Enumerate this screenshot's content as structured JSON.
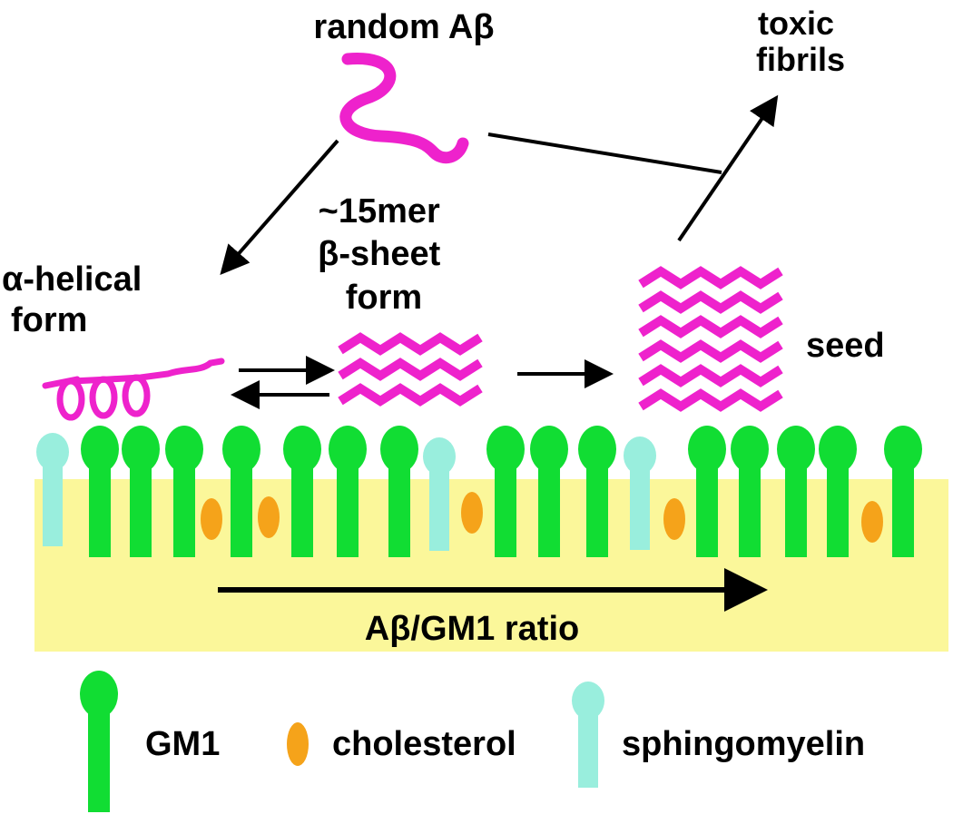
{
  "labels": {
    "random": "random Aβ",
    "toxic_line1": "toxic",
    "toxic_line2": "fibrils",
    "mer_line1": "~15mer",
    "mer_line2": "β-sheet",
    "mer_line3": "form",
    "alpha_line1": "α-helical",
    "alpha_line2": "form",
    "seed": "seed",
    "ratio": "Aβ/GM1 ratio"
  },
  "legend": {
    "gm1": "GM1",
    "cholesterol": "cholesterol",
    "sphingomyelin": "sphingomyelin"
  },
  "colors": {
    "peptide": "#ee22cc",
    "gm1": "#11dd33",
    "cholesterol": "#f5a31a",
    "sphingomyelin": "#99eedd",
    "membrane": "#fbf79a",
    "arrow": "#000000"
  }
}
